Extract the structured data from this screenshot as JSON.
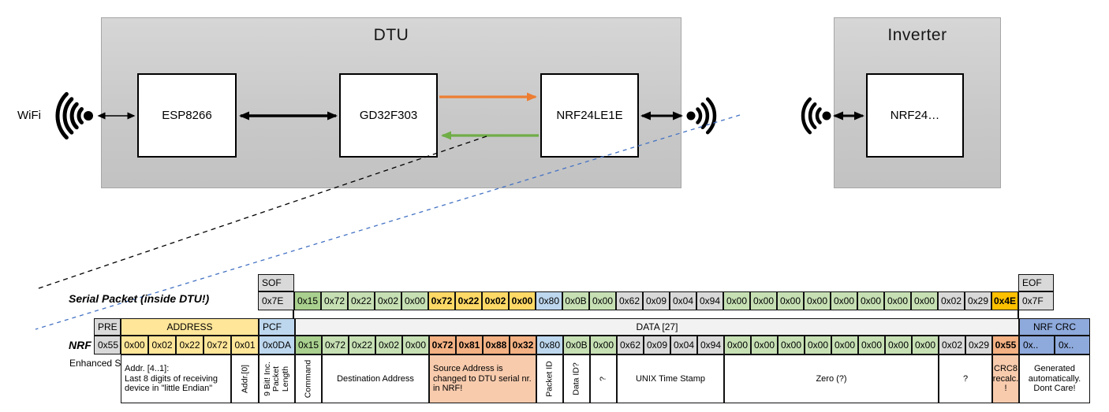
{
  "diagram": {
    "wifi_label": "WiFi",
    "dtu_title": "DTU",
    "inverter_title": "Inverter",
    "components": {
      "esp": "ESP8266",
      "gd": "GD32F303",
      "nrf": "NRF24LE1E",
      "inverter_nrf": "NRF24…"
    },
    "colors": {
      "orange_arrow": "#ED7D31",
      "green_arrow": "#70AD47",
      "blue_dashed_line": "#4472C4",
      "black_dashed_line": "#000000"
    }
  },
  "palette": {
    "gray": "#D9D9D9",
    "green_dark": "#A9D08E",
    "green_light": "#C6E0B4",
    "gold": "#FFD966",
    "crc_orange": "#FFC000",
    "light_blue": "#BDD7EE",
    "salmon": "#F4B183",
    "salmon_light": "#F8CBAD",
    "crc_blue": "#8EA9DB",
    "address_yellow": "#FFE699",
    "data_header_gray": "#F2F2F2"
  },
  "serial_packet": {
    "label": "Serial Packet (inside DTU!)",
    "sof_header": "SOF",
    "sof_value": "0x7E",
    "eof_header": "EOF",
    "eof_value": "0x7F",
    "bytes": [
      {
        "v": "0x15",
        "c": "gdark"
      },
      {
        "v": "0x72",
        "c": "green"
      },
      {
        "v": "0x22",
        "c": "green"
      },
      {
        "v": "0x02",
        "c": "green"
      },
      {
        "v": "0x00",
        "c": "green"
      },
      {
        "v": "0x72",
        "c": "gold"
      },
      {
        "v": "0x22",
        "c": "gold"
      },
      {
        "v": "0x02",
        "c": "gold"
      },
      {
        "v": "0x00",
        "c": "gold"
      },
      {
        "v": "0x80",
        "c": "blue"
      },
      {
        "v": "0x0B",
        "c": "green"
      },
      {
        "v": "0x00",
        "c": "green"
      },
      {
        "v": "0x62",
        "c": "gray"
      },
      {
        "v": "0x09",
        "c": "gray"
      },
      {
        "v": "0x04",
        "c": "gray"
      },
      {
        "v": "0x94",
        "c": "gray"
      },
      {
        "v": "0x00",
        "c": "green"
      },
      {
        "v": "0x00",
        "c": "green"
      },
      {
        "v": "0x00",
        "c": "green"
      },
      {
        "v": "0x00",
        "c": "green"
      },
      {
        "v": "0x00",
        "c": "green"
      },
      {
        "v": "0x00",
        "c": "green"
      },
      {
        "v": "0x00",
        "c": "green"
      },
      {
        "v": "0x00",
        "c": "green"
      },
      {
        "v": "0x02",
        "c": "gray"
      },
      {
        "v": "0x29",
        "c": "gray"
      },
      {
        "v": "0x4E",
        "c": "orangec"
      }
    ]
  },
  "nrf_packet": {
    "label": "NRF Packet",
    "sublabel": "Enhanced Shockburst",
    "pre_header": "PRE",
    "pre_value": "0x55",
    "address_header": "ADDRESS",
    "address_values": [
      "0x00",
      "0x02",
      "0x22",
      "0x72",
      "0x01"
    ],
    "pcf_header": "PCF",
    "pcf_value": "0x0DA",
    "data_header": "DATA [27]",
    "crc_header": "NRF CRC",
    "crc_values": [
      "0x..",
      "0x.."
    ],
    "bytes": [
      {
        "v": "0x15",
        "c": "gdark"
      },
      {
        "v": "0x72",
        "c": "green"
      },
      {
        "v": "0x22",
        "c": "green"
      },
      {
        "v": "0x02",
        "c": "green"
      },
      {
        "v": "0x00",
        "c": "green"
      },
      {
        "v": "0x72",
        "c": "salmon"
      },
      {
        "v": "0x81",
        "c": "salmon"
      },
      {
        "v": "0x88",
        "c": "salmon"
      },
      {
        "v": "0x32",
        "c": "salmon"
      },
      {
        "v": "0x80",
        "c": "blue"
      },
      {
        "v": "0x0B",
        "c": "green"
      },
      {
        "v": "0x00",
        "c": "green"
      },
      {
        "v": "0x62",
        "c": "gray"
      },
      {
        "v": "0x09",
        "c": "gray"
      },
      {
        "v": "0x04",
        "c": "gray"
      },
      {
        "v": "0x94",
        "c": "gray"
      },
      {
        "v": "0x00",
        "c": "green"
      },
      {
        "v": "0x00",
        "c": "green"
      },
      {
        "v": "0x00",
        "c": "green"
      },
      {
        "v": "0x00",
        "c": "green"
      },
      {
        "v": "0x00",
        "c": "green"
      },
      {
        "v": "0x00",
        "c": "green"
      },
      {
        "v": "0x00",
        "c": "green"
      },
      {
        "v": "0x00",
        "c": "green"
      },
      {
        "v": "0x02",
        "c": "gray"
      },
      {
        "v": "0x29",
        "c": "gray"
      },
      {
        "v": "0x55",
        "c": "salmon"
      }
    ],
    "annotations": [
      {
        "text": "Addr. [4..1]:\nLast 8 digits of receiving device in \"little Endian\"",
        "span": 4,
        "type": "h",
        "align": "left",
        "prewrap": true
      },
      {
        "text": "Addr.[0]",
        "span": 1,
        "type": "v"
      },
      {
        "text": "9 Bit! Inc. Packet Length",
        "span": 1,
        "type": "v"
      },
      {
        "text": "Command",
        "span": 1,
        "type": "v"
      },
      {
        "text": "Destination Address",
        "span": 4,
        "type": "h"
      },
      {
        "text": "Source Address is changed to DTU serial nr. in NRF!",
        "span": 4,
        "type": "h",
        "align": "left",
        "bg": "salmonlight"
      },
      {
        "text": "Packet ID",
        "span": 1,
        "type": "v"
      },
      {
        "text": "Data ID?",
        "span": 1,
        "type": "v"
      },
      {
        "text": "?",
        "span": 1,
        "type": "v"
      },
      {
        "text": "UNIX Time Stamp",
        "span": 4,
        "type": "h"
      },
      {
        "text": "Zero (?)",
        "span": 8,
        "type": "h"
      },
      {
        "text": "?",
        "span": 2,
        "type": "h"
      },
      {
        "text": "CRC8\nrecalc.\n!",
        "span": 1,
        "type": "h",
        "bg": "salmonlight",
        "prewrap": true
      },
      {
        "text": "Generated\nautomatically.\nDont Care!",
        "span": 2,
        "type": "h",
        "prewrap": true
      }
    ]
  }
}
